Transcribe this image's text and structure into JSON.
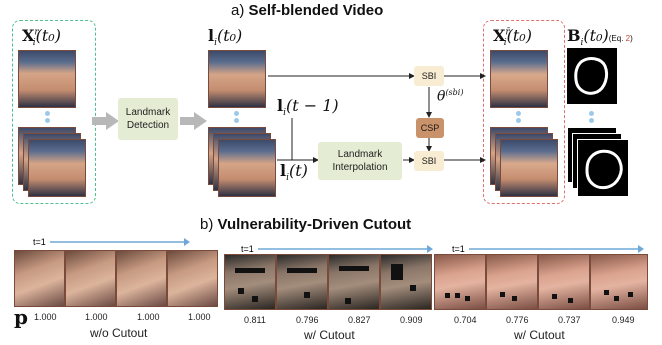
{
  "section_a": {
    "prefix": "a)",
    "title": "Self-blended Video"
  },
  "section_b": {
    "prefix": "b)",
    "title": "Vulnerability-Driven Cutout"
  },
  "labels": {
    "x_real": "X",
    "x_real_sup": "r",
    "x_real_sub": "i",
    "x_real_arg": "(t₀)",
    "l_t0": "l",
    "l_t0_sub": "i",
    "l_t0_arg": "(t₀)",
    "l_prev": "l",
    "l_prev_sub": "i",
    "l_prev_arg": "(t − 1)",
    "l_t": "l",
    "l_t_sub": "i",
    "l_t_arg": "(t)",
    "theta": "θ",
    "theta_sup": "(sbi)",
    "x_fake": "X",
    "x_fake_sup": "r̄",
    "x_fake_sub": "i",
    "x_fake_arg": "(t₀)",
    "b_mask": "B",
    "b_mask_sub": "i",
    "b_mask_arg": "(t₀)",
    "eq_ref_prefix": "(Eq. ",
    "eq_ref_num": "2",
    "eq_ref_suffix": ")"
  },
  "boxes": {
    "landmark_detection": "Landmark Detection",
    "landmark_interpolation": "Landmark Interpolation",
    "sbi_top": "SBI",
    "csp": "CSP",
    "sbi_bottom": "SBI"
  },
  "strips": [
    {
      "time_label": "t=1",
      "values": [
        "1.000",
        "1.000",
        "1.000",
        "1.000"
      ],
      "caption": "w/o Cutout"
    },
    {
      "time_label": "t=1",
      "values": [
        "0.811",
        "0.796",
        "0.827",
        "0.909"
      ],
      "caption": "w/ Cutout"
    },
    {
      "time_label": "t=1",
      "values": [
        "0.704",
        "0.776",
        "0.737",
        "0.949"
      ],
      "caption": "w/ Cutout"
    }
  ],
  "p_symbol": "p",
  "colors": {
    "green_dash": "#4fbf8f",
    "red_dash": "#e07070",
    "box_green": "#e4ecd3",
    "box_cream": "#f8ecd2",
    "box_brown": "#c9926a",
    "arrow_gray": "#b8b8b8",
    "arrow_blue": "#6fa8d8",
    "eq_red": "#d0402a"
  }
}
